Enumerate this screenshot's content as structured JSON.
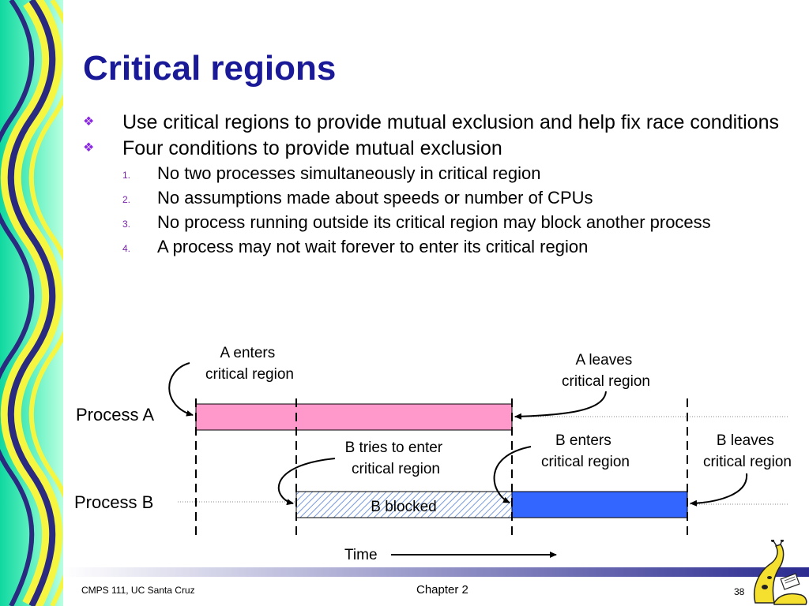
{
  "slide": {
    "title": "Critical regions",
    "bullets": [
      {
        "marker": "❖",
        "text": "Use critical regions to provide mutual exclusion and help fix race conditions"
      },
      {
        "marker": "❖",
        "text": "Four conditions to provide mutual exclusion"
      }
    ],
    "conditions": [
      {
        "num": "1.",
        "text": "No two processes simultaneously in critical region"
      },
      {
        "num": "2.",
        "text": "No assumptions made about speeds or number of CPUs"
      },
      {
        "num": "3.",
        "text": "No process running outside its critical region may block another process"
      },
      {
        "num": "4.",
        "text": "A process may not wait forever to enter its critical region"
      }
    ]
  },
  "diagram": {
    "process_a_label": "Process A",
    "process_b_label": "Process B",
    "a_enters": [
      "A enters",
      "critical region"
    ],
    "a_leaves": [
      "A leaves",
      "critical region"
    ],
    "b_tries": [
      "B tries to enter",
      "critical region"
    ],
    "b_enters": [
      "B enters",
      "critical region"
    ],
    "b_leaves": [
      "B leaves",
      "critical region"
    ],
    "b_blocked_label": "B blocked",
    "time_label": "Time",
    "colors": {
      "process_a_bar": "#ff99cc",
      "process_b_bar": "#3366ff",
      "blocked_hatch": "#7799dd"
    }
  },
  "footer": {
    "course": "CMPS 111, UC Santa Cruz",
    "chapter": "Chapter 2",
    "page": "38"
  },
  "logo": {
    "icon": "banana-slug-icon"
  }
}
